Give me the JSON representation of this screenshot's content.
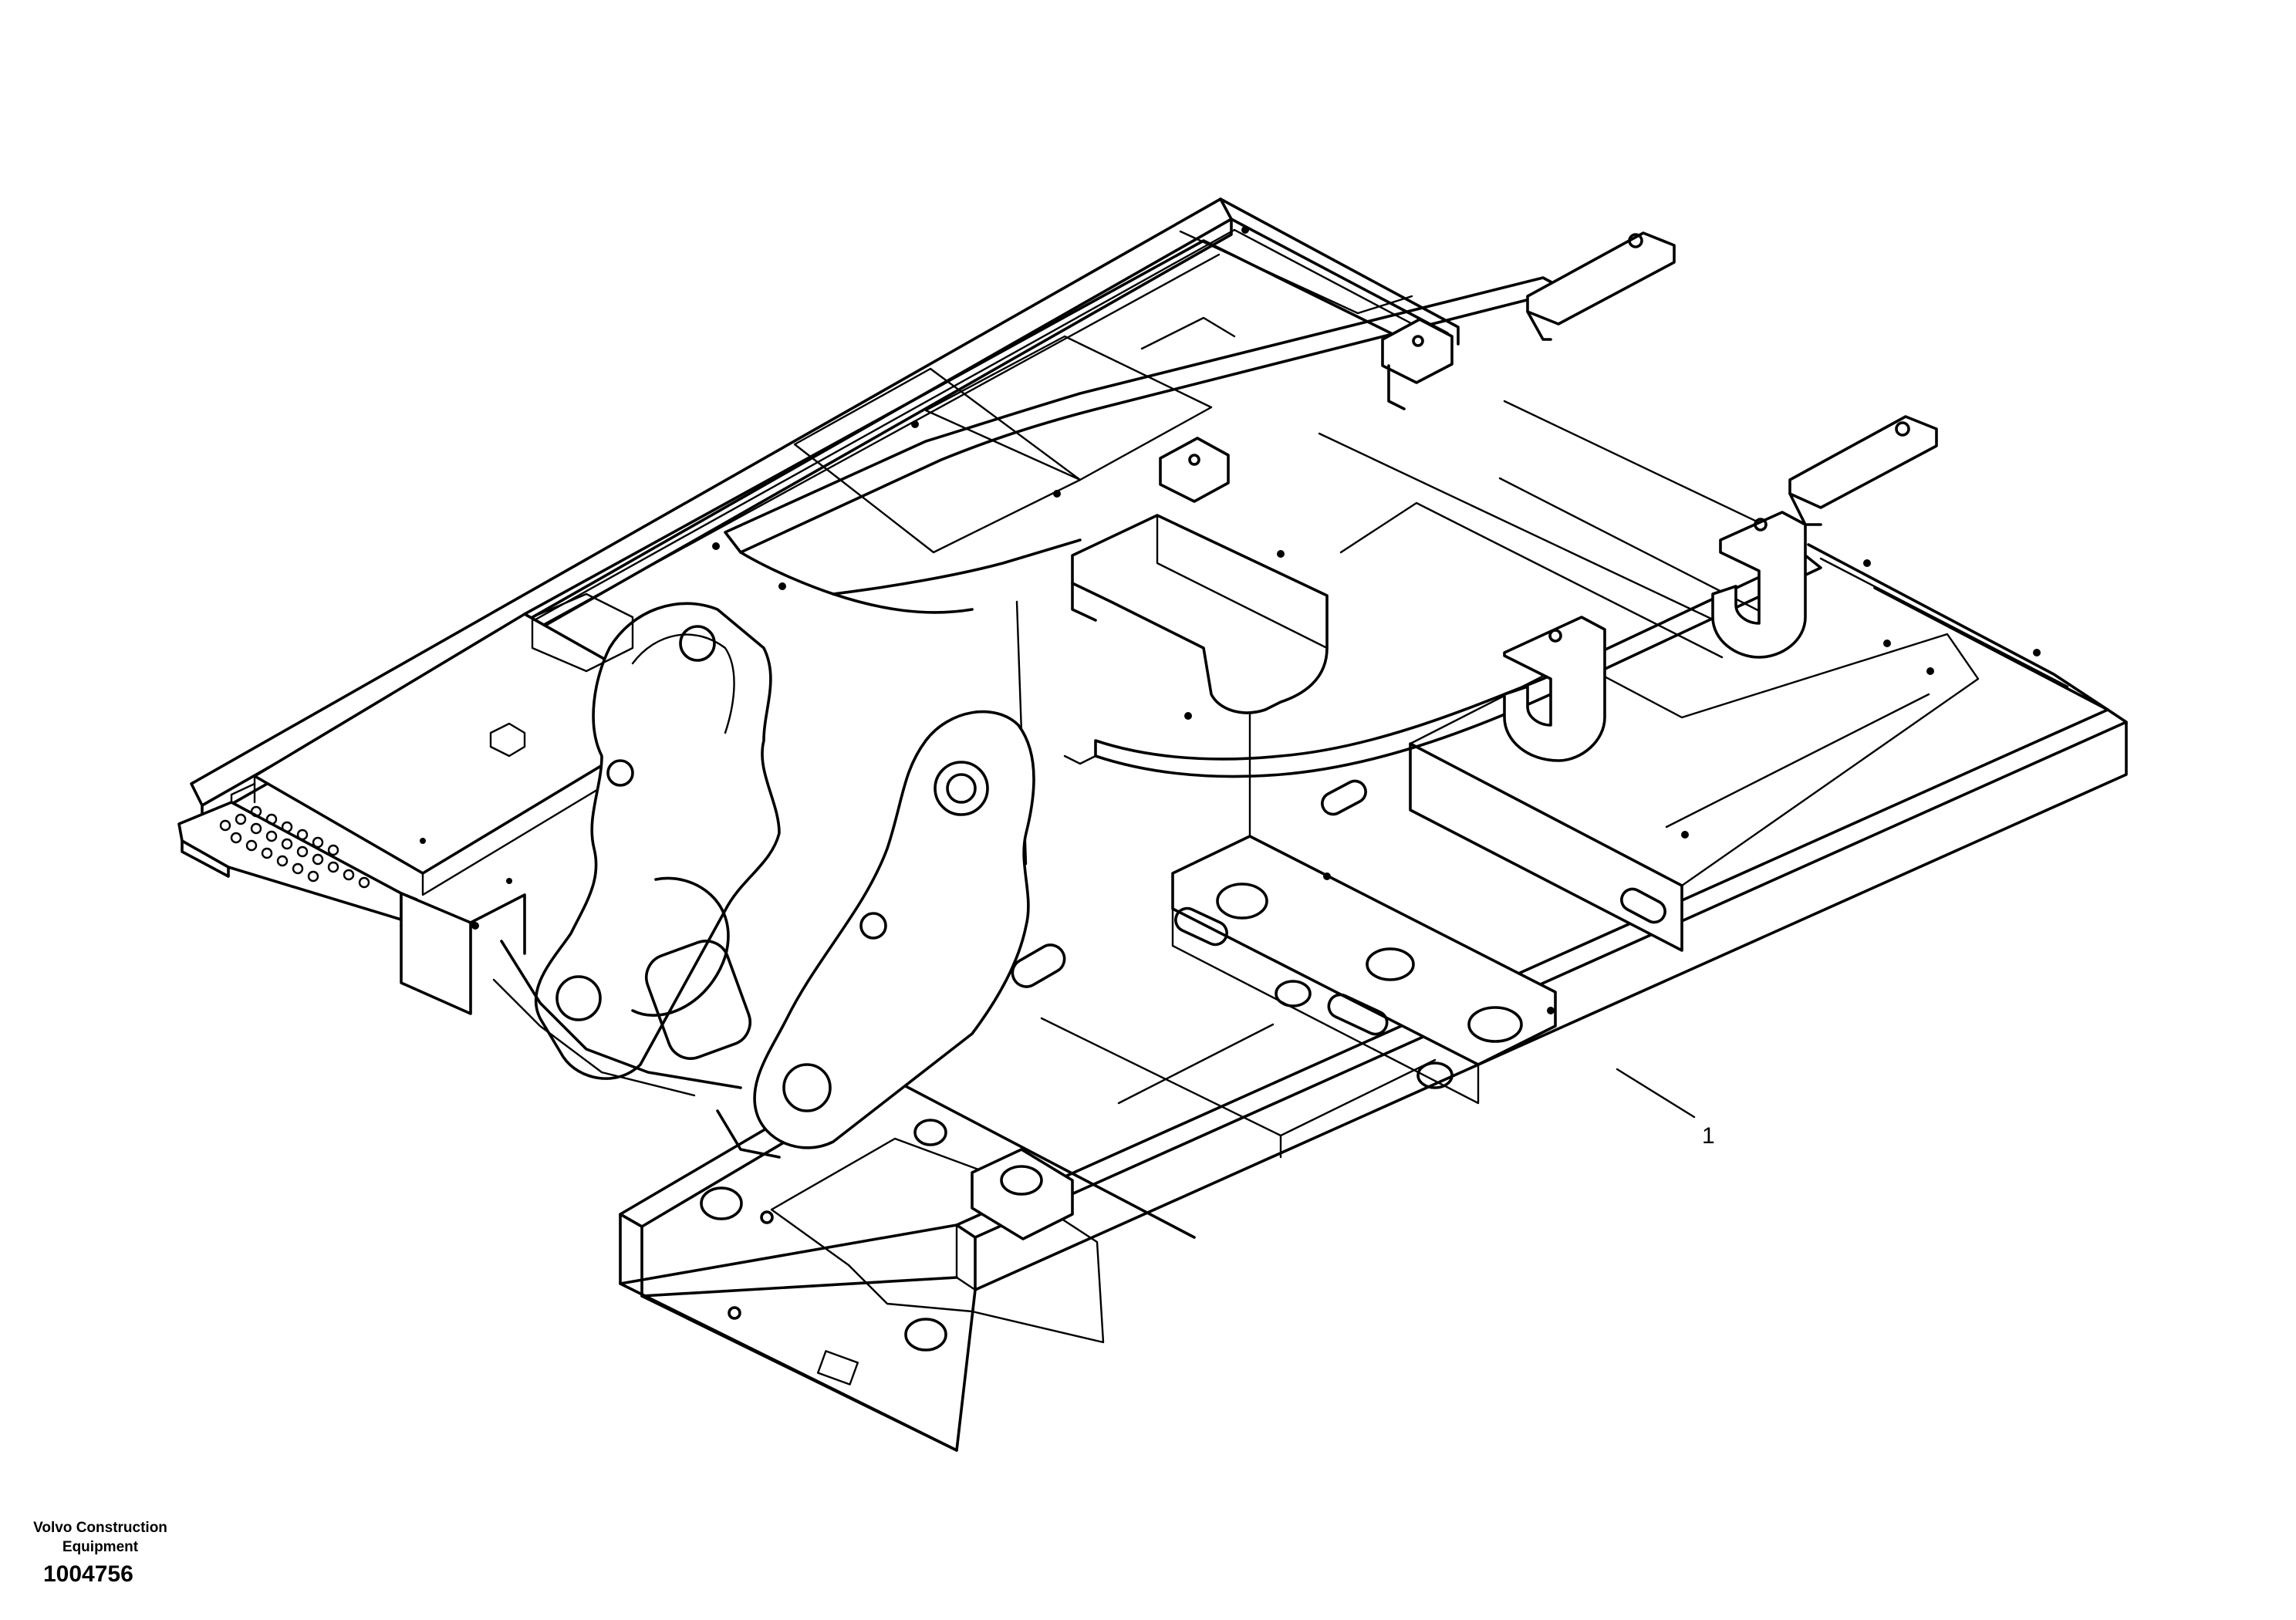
{
  "callouts": [
    {
      "label": "1"
    }
  ],
  "footer": {
    "brand_line1": "Volvo Construction",
    "brand_line2": "Equipment",
    "drawing_number": "1004756"
  }
}
